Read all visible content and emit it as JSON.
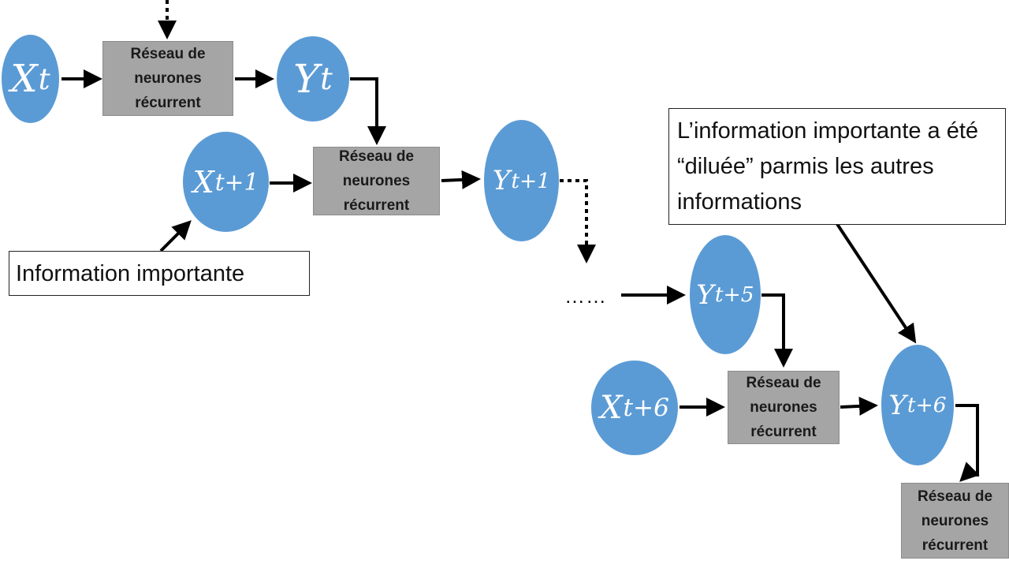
{
  "rnn_label": [
    "Réseau de",
    "neurones",
    "récurrent"
  ],
  "nodes": {
    "x_t": {
      "base": "X",
      "sub": "t"
    },
    "y_t": {
      "base": "Y",
      "sub": "t"
    },
    "x_t1": {
      "base": "X",
      "sub": "t+1"
    },
    "y_t1": {
      "base": "Y",
      "sub": "t+1"
    },
    "y_t5": {
      "base": "Y",
      "sub": "t+5"
    },
    "x_t6": {
      "base": "X",
      "sub": "t+6"
    },
    "y_t6": {
      "base": "Y",
      "sub": "t+6"
    }
  },
  "callouts": {
    "important_info": "Information importante",
    "diluted_info": "L’information importante a été “diluée”  parmis les autres informations"
  },
  "ellipsis": "……"
}
